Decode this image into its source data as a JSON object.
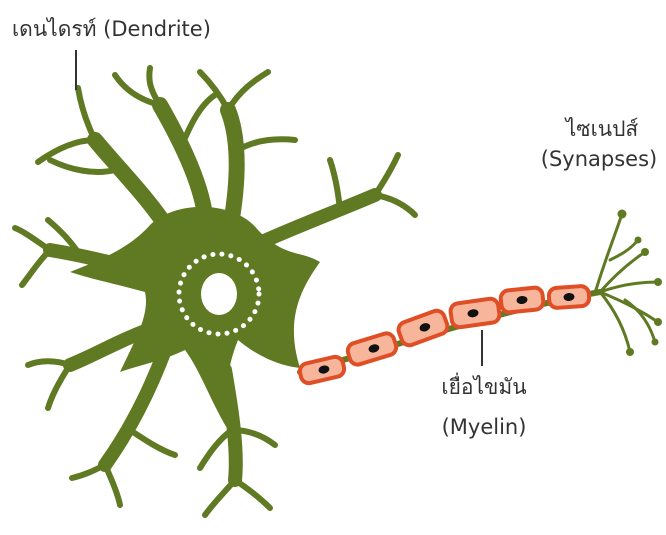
{
  "labels": {
    "dendrite": "เดนไดรท์ (Dendrite)",
    "synapses_thai": "ไซเนปส์",
    "synapses_en": "(Synapses)",
    "myelin_thai": "เยื่อไขมัน",
    "myelin_en": "(Myelin)"
  },
  "colors": {
    "neuron": "#5f7a22",
    "myelin_fill": "#f7b69c",
    "myelin_stroke": "#e04e26",
    "nucleus_dot": "#111111",
    "leader_line": "#333333",
    "text": "#333333",
    "background": "#ffffff"
  },
  "myelin_segments": 6
}
